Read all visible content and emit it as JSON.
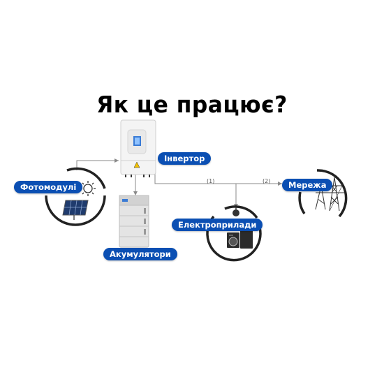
{
  "title": "Як це працює?",
  "labels": {
    "inverter": "Інвертор",
    "pv_modules": "Фотомодулі",
    "batteries": "Акумулятори",
    "appliances": "Електроприлади",
    "grid": "Мережа"
  },
  "branch_labels": {
    "left": "(1)",
    "right": "(2)"
  },
  "colors": {
    "label_bg": "#0b4fb3",
    "label_text": "#ffffff",
    "wire": "#888888",
    "icon_dark": "#2b2b2b"
  },
  "icons": [
    "inverter-icon",
    "sun-icon",
    "solar-panel-icon",
    "battery-stack-icon",
    "light-bulb-icon",
    "fridge-icon",
    "washing-machine-icon",
    "power-tower-icon"
  ]
}
